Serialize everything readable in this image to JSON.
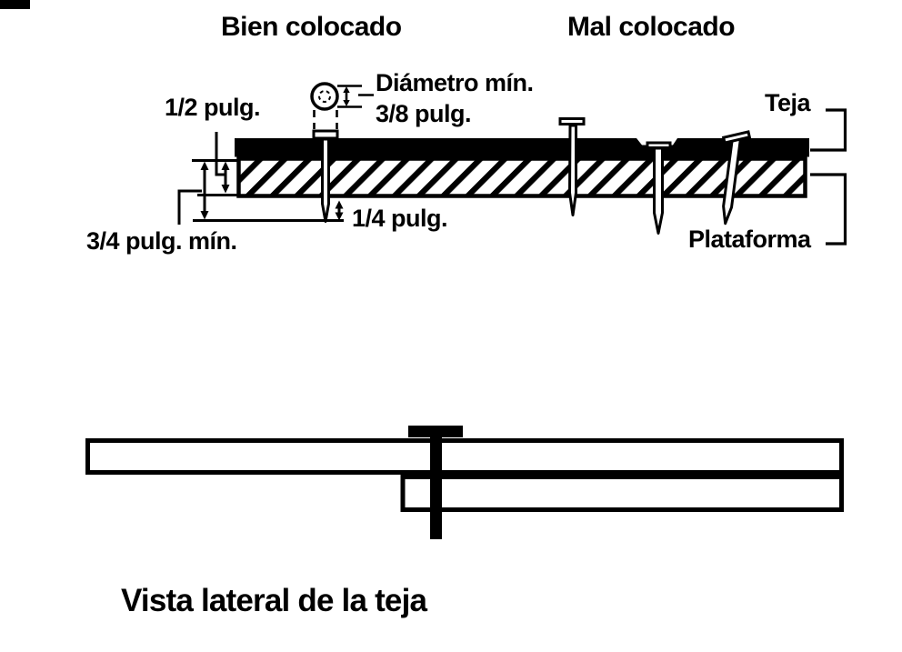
{
  "page": {
    "background": "#ffffff",
    "ink": "#000000"
  },
  "good_section": {
    "title": "Bien colocado",
    "dim_half": "1/2 pulg.",
    "dim_diameter_line1": "Diámetro mín.",
    "dim_diameter_line2": "3/8 pulg.",
    "dim_quarter": "1/4 pulg.",
    "dim_three_quarter_min": "3/4 pulg. mín."
  },
  "bad_section": {
    "title": "Mal colocado",
    "label_shingle": "Teja",
    "label_deck": "Plataforma"
  },
  "side_view": {
    "caption": "Vista lateral de la teja"
  }
}
